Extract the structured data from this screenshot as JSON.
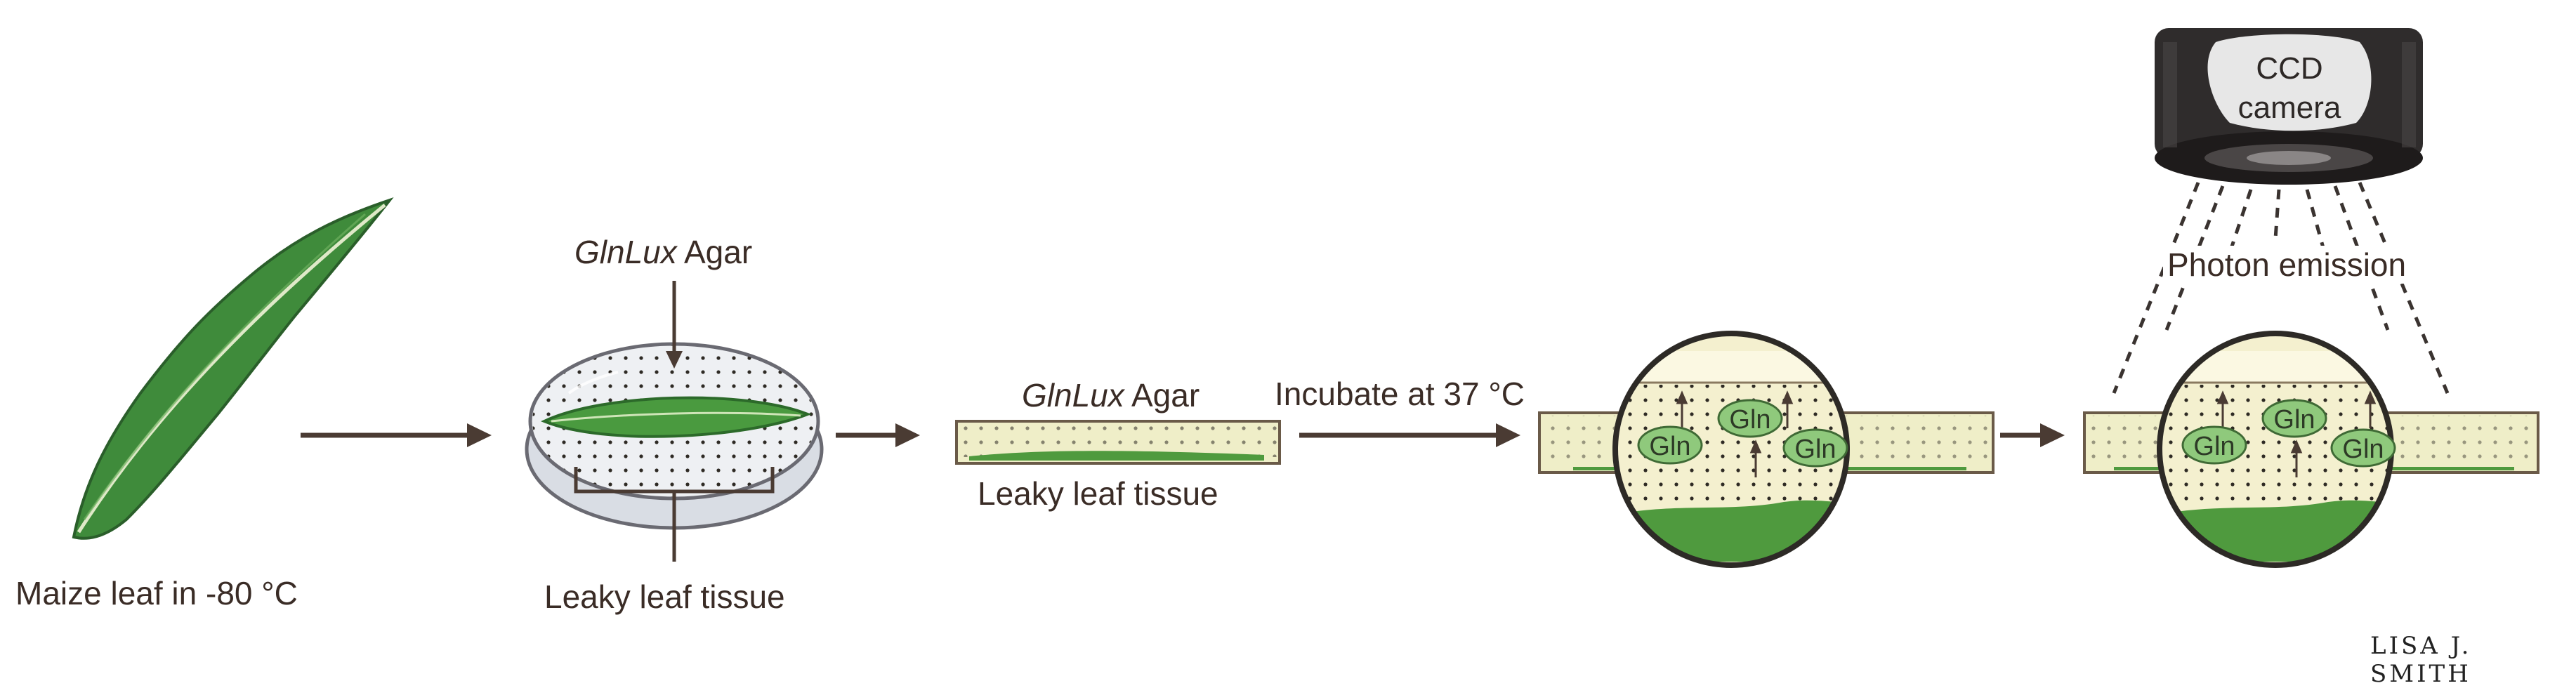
{
  "labels": {
    "maize_leaf": "Maize leaf in -80 °C",
    "agar_top_italic": "GlnLux",
    "agar_top_rest": " Agar",
    "leaky_tissue_dish": "Leaky leaf tissue",
    "agar_mid_italic": "GlnLux",
    "agar_mid_rest": " Agar",
    "leaky_tissue_strip": "Leaky leaf tissue",
    "incubate": "Incubate at 37 °C",
    "photon_emission": "Photon emission",
    "camera_line1": "CCD",
    "camera_line2": "camera",
    "gln": "Gln",
    "signature": "LISA J. SMITH"
  },
  "colors": {
    "arrow": "#4a3b33",
    "leaf": "#3d8a3a",
    "agar": "#efeec8",
    "agar_border": "#6a5a48",
    "tissue": "#4f9a3e",
    "gln_fill": "#8fc97c",
    "camera_body": "#2f2c2c"
  },
  "icons": [
    "leaf-icon",
    "petri-dish-icon",
    "magnifier-icon",
    "ccd-camera-icon",
    "arrow-icon"
  ]
}
